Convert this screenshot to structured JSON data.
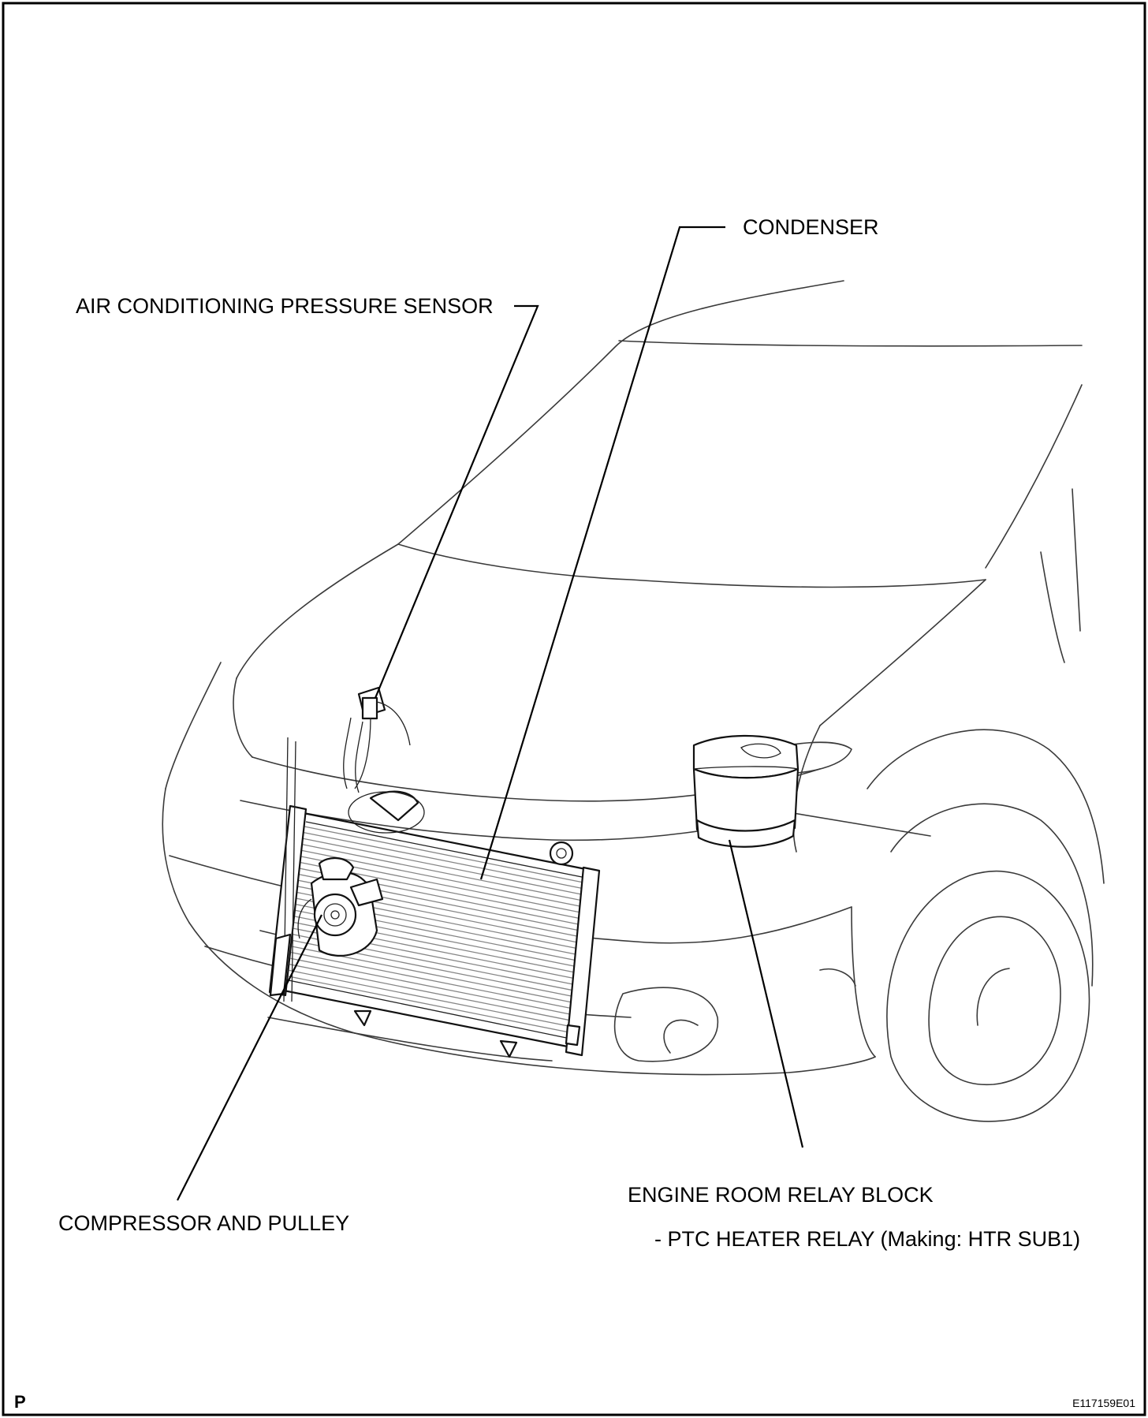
{
  "labels": {
    "condenser": "CONDENSER",
    "air_conditioning_pressure_sensor": "AIR CONDITIONING PRESSURE SENSOR",
    "compressor_and_pulley": "COMPRESSOR AND PULLEY",
    "engine_room_relay_block": "ENGINE ROOM RELAY BLOCK",
    "ptc_heater_relay": "- PTC HEATER RELAY (Making: HTR SUB1)"
  },
  "corner_marks": {
    "page_mark": "P",
    "figure_id": "E117159E01"
  }
}
